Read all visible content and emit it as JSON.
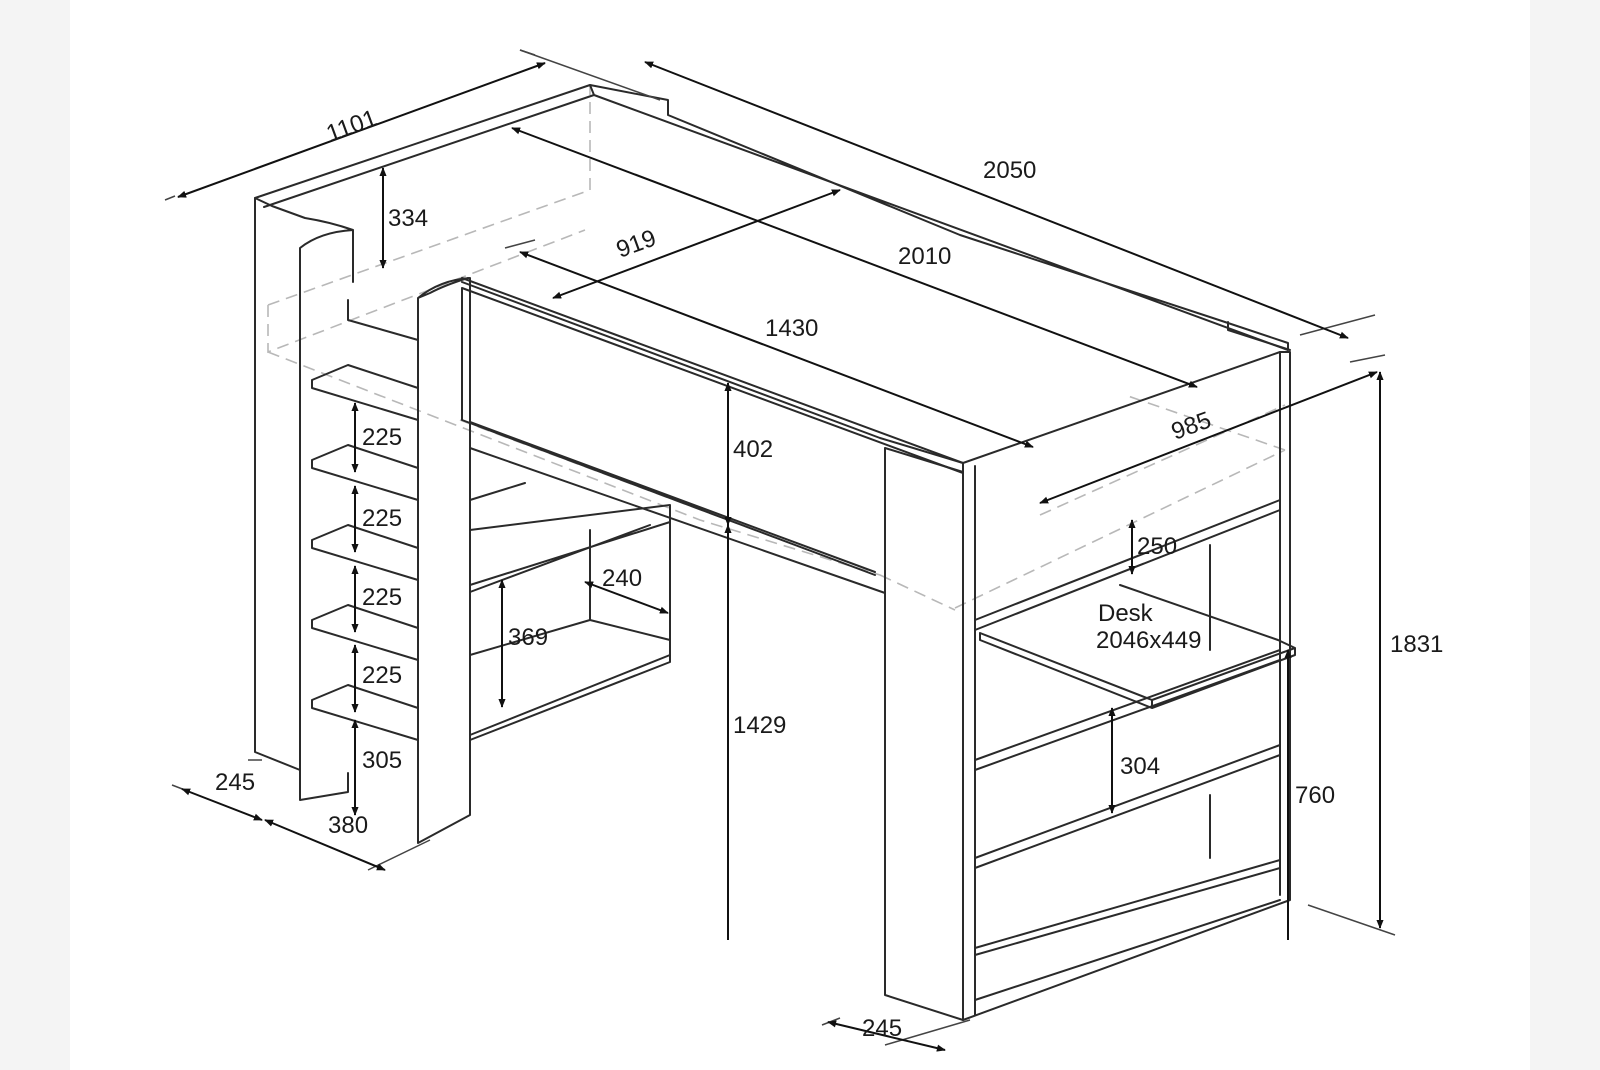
{
  "dimensions": {
    "overall_depth": "1101",
    "overall_length": "2050",
    "mattress_length": "2010",
    "mattress_width": "919",
    "front_panel_length": "1430",
    "side_width": "985",
    "guard_rail_height": "334",
    "front_panel_height": "402",
    "ladder_step_1": "225",
    "ladder_step_2": "225",
    "ladder_step_3": "225",
    "ladder_step_4": "225",
    "ladder_bottom": "305",
    "ladder_depth": "380",
    "ladder_post_width": "245",
    "leg_width": "245",
    "shelf_depth": "240",
    "shelf_height": "369",
    "clearance_height": "1429",
    "total_height": "1831",
    "upper_shelf_gap": "250",
    "lower_shelf_gap": "304",
    "desk_height": "760"
  },
  "desk": {
    "label": "Desk",
    "size": "2046x449"
  }
}
